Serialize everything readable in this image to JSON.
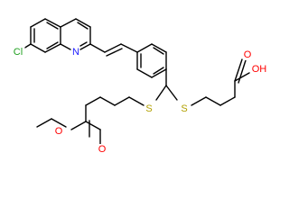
{
  "colors": {
    "background": "#ffffff",
    "bond": "#000000",
    "chlorine": "#1fa01f",
    "nitrogen": "#2020ff",
    "oxygen": "#ff0000",
    "sulfur": "#b2a000"
  },
  "atoms": {
    "cl": "Cl",
    "n": "N",
    "s_left": "S",
    "s_right": "S",
    "oh": "OH",
    "o_acid": "O",
    "o_ester_single": "O",
    "o_ester_double": "O"
  }
}
